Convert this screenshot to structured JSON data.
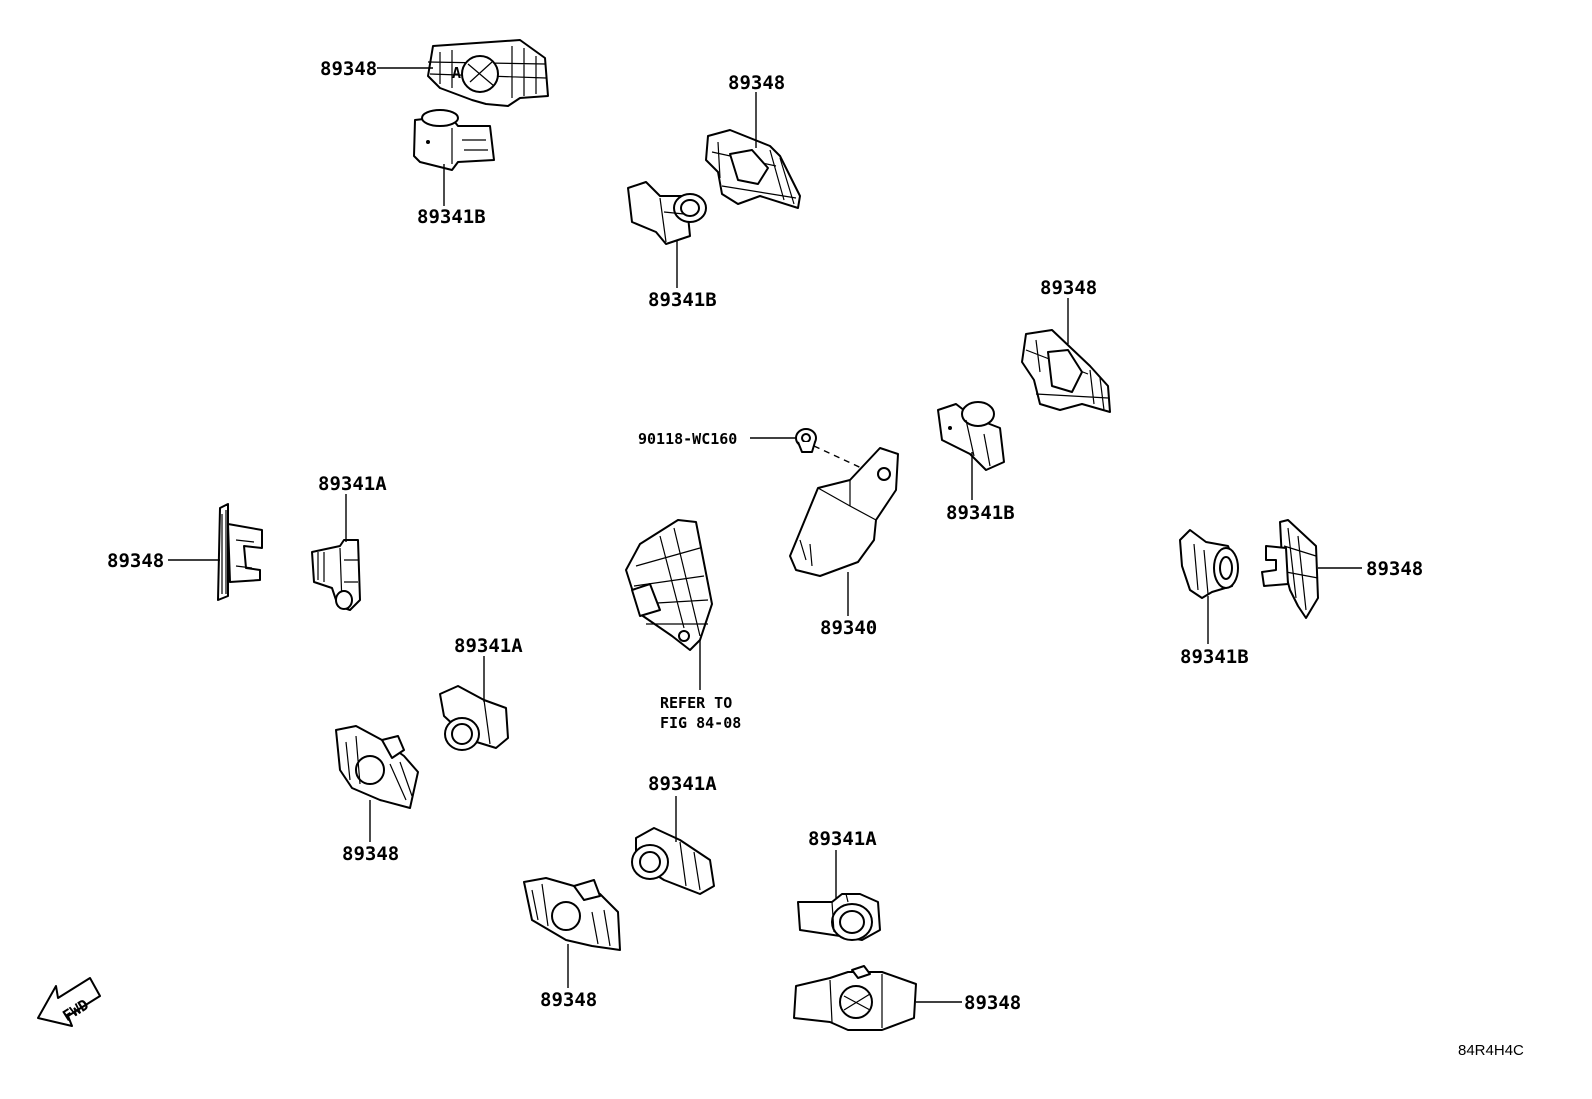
{
  "labels": {
    "bracket_top_left": "89348",
    "sensor_b_top_left": "89341B",
    "bracket_top_center": "89348",
    "sensor_b_top_center": "89341B",
    "bracket_right_upper": "89348",
    "sensor_b_right_upper": "89341B",
    "clip": "90118-WC160",
    "module": "89340",
    "refer_line1": "REFER TO",
    "refer_line2": "FIG 84-08",
    "sensor_a_left": "89341A",
    "bracket_left": "89348",
    "sensor_b_right": "89341B",
    "bracket_right": "89348",
    "sensor_a_mid_left": "89341A",
    "bracket_mid_left": "89348",
    "sensor_a_bottom_center": "89341A",
    "bracket_bottom_center": "89348",
    "sensor_a_bottom_right": "89341A",
    "bracket_bottom_right": "89348"
  },
  "fwd_arrow": {
    "text": "FWD"
  },
  "illustration_code": "84R4H4C",
  "colors": {
    "line": "#000000",
    "background": "#ffffff"
  }
}
